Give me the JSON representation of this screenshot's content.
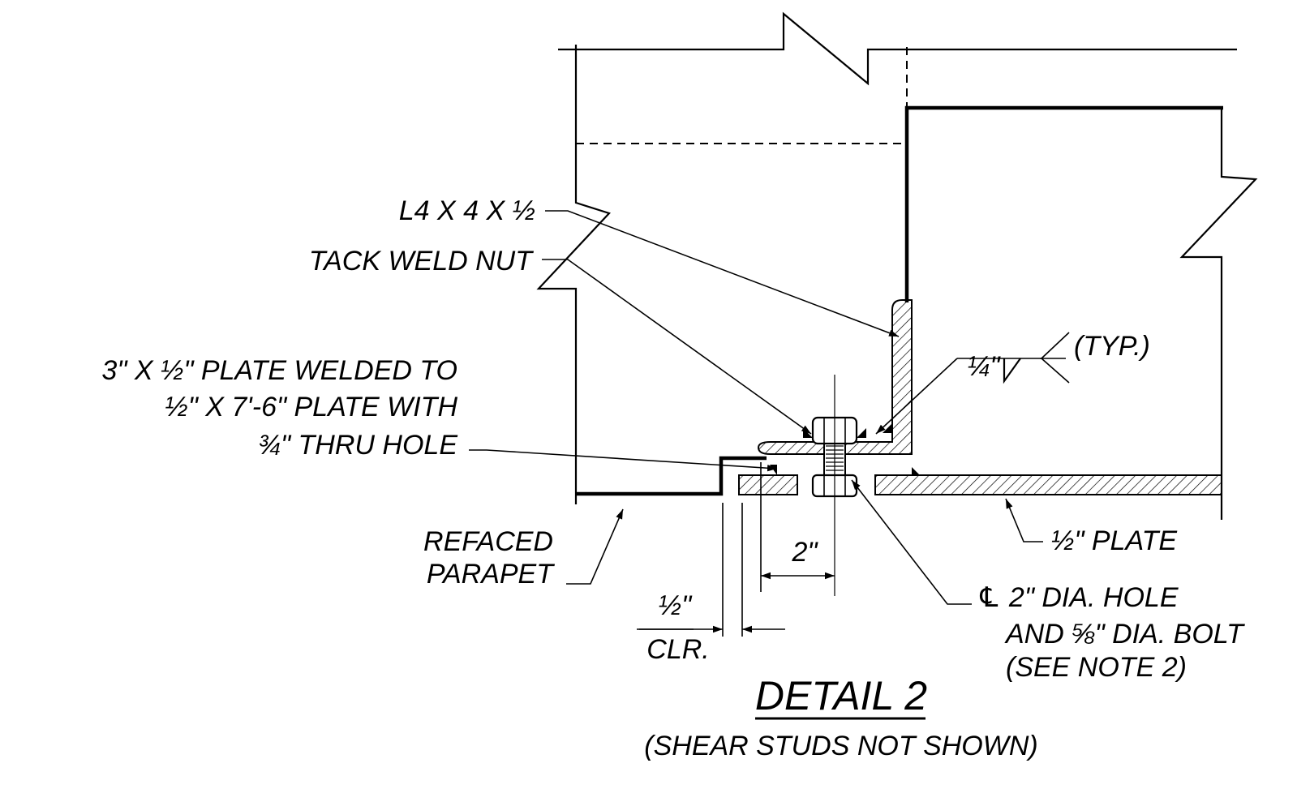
{
  "detail": {
    "title": "DETAIL 2",
    "subtitle": "(SHEAR STUDS NOT SHOWN)"
  },
  "callouts": {
    "angle": "L4 X 4 X ½",
    "tack_weld": "TACK WELD NUT",
    "plate_line1": "3\" X ½\" PLATE WELDED TO",
    "plate_line2": "½\" X 7'-6\" PLATE WITH",
    "plate_line3": "¾\" THRU HOLE",
    "weld_size": "¼\"",
    "weld_typ": "(TYP.)",
    "parapet_line1": "REFACED",
    "parapet_line2": "PARAPET",
    "half_plate": "½\" PLATE",
    "hole_line1": "℄ 2\" DIA. HOLE",
    "hole_line2": "AND ⅝\" DIA. BOLT",
    "hole_line3": "(SEE NOTE 2)"
  },
  "dimensions": {
    "two_inch": "2\"",
    "clear_value": "½\"",
    "clear_label": "CLR."
  }
}
